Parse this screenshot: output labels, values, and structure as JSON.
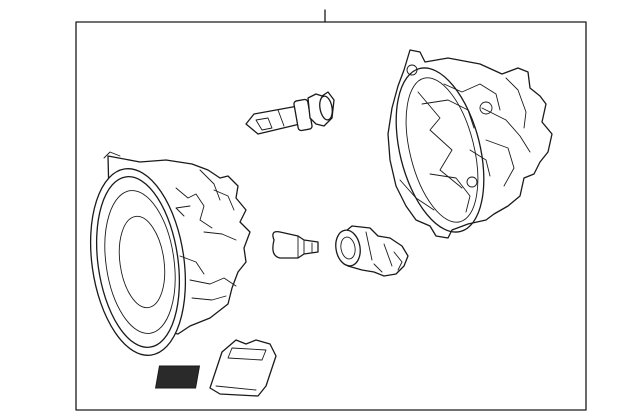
{
  "diagram": {
    "parts": [
      {
        "id": "housing",
        "icon": "fog-lamp-housing-icon"
      },
      {
        "id": "bracket",
        "icon": "mounting-bracket-icon"
      },
      {
        "id": "bulb-main",
        "icon": "h-type-bulb-icon"
      },
      {
        "id": "bulb-small",
        "icon": "wedge-bulb-icon"
      },
      {
        "id": "socket",
        "icon": "bulb-socket-icon"
      },
      {
        "id": "module",
        "icon": "control-module-icon"
      }
    ],
    "colors": {
      "line": "#1a1a1a",
      "background": "#ffffff"
    }
  }
}
